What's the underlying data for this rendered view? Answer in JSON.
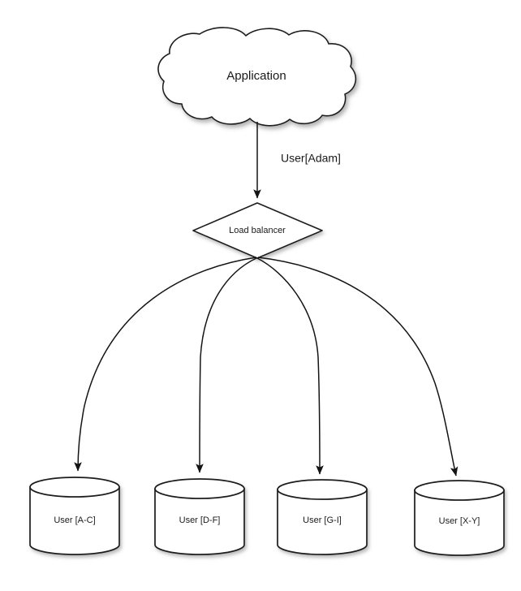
{
  "diagram": {
    "title": "Load balancer user sharding diagram",
    "background_color": "#ffffff",
    "stroke_color": "#1d1d1d",
    "text_color": "#1a1a1a",
    "nodes": {
      "cloud": {
        "label": "Application",
        "shape": "cloud"
      },
      "balancer": {
        "label": "Load balancer",
        "shape": "diamond"
      },
      "databases": [
        {
          "label": "User [A-C]",
          "shape": "cylinder"
        },
        {
          "label": "User [D-F]",
          "shape": "cylinder"
        },
        {
          "label": "User [G-I]",
          "shape": "cylinder"
        },
        {
          "label": "User [X-Y]",
          "shape": "cylinder"
        }
      ]
    },
    "edges": [
      {
        "from": "cloud",
        "to": "balancer",
        "label": "User[Adam]",
        "arrow": true
      },
      {
        "from": "balancer",
        "to": "User [A-C]",
        "label": "",
        "arrow": true
      },
      {
        "from": "balancer",
        "to": "User [D-F]",
        "label": "",
        "arrow": true
      },
      {
        "from": "balancer",
        "to": "User [G-I]",
        "label": "",
        "arrow": true
      },
      {
        "from": "balancer",
        "to": "User [X-Y]",
        "label": "",
        "arrow": true
      }
    ]
  }
}
